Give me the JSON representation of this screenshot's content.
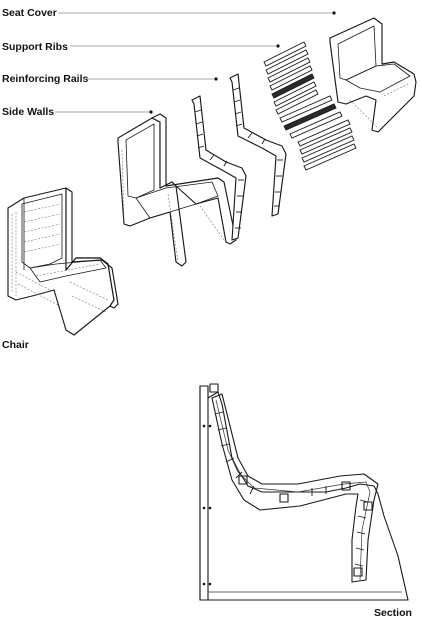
{
  "labels": {
    "seat_cover": "Seat Cover",
    "support_ribs": "Support Ribs",
    "reinforcing_rails": "Reinforcing Rails",
    "side_walls": "Side Walls",
    "chair": "Chair",
    "section": "Section"
  }
}
